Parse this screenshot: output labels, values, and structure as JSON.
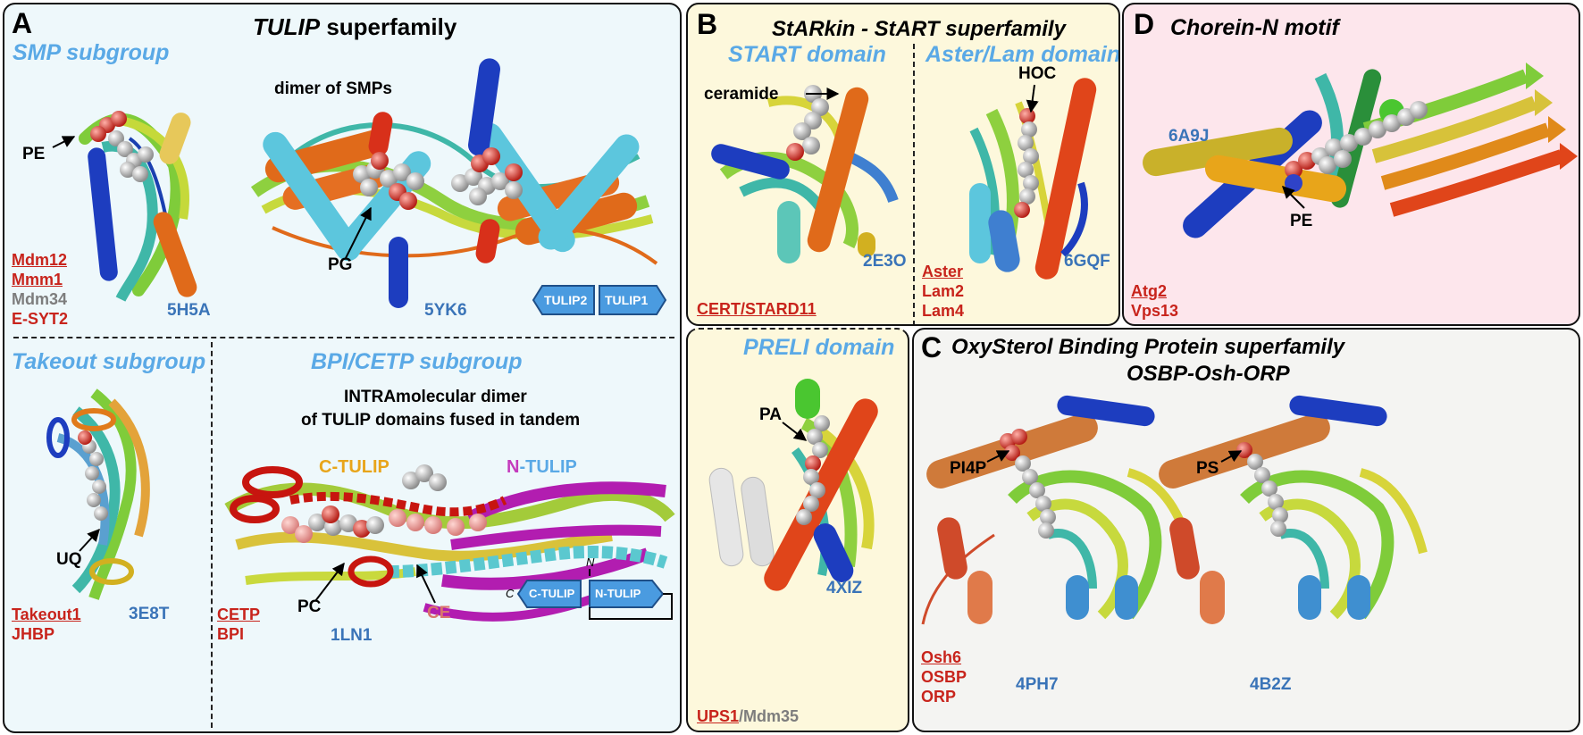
{
  "panel_a": {
    "letter": "A",
    "title_italic": "TULIP",
    "title_rest": " superfamily",
    "smp_subgroup": "SMP subgroup",
    "pe_label": "PE",
    "dimer_label": "dimer of SMPs",
    "pg_label": "PG",
    "pdb_5h5a": "5H5A",
    "pdb_5yk6": "5YK6",
    "smp_proteins": {
      "p1": "Mdm12",
      "p2": "Mmm1",
      "p3": "Mdm34",
      "p4": "E-SYT2"
    },
    "tulip2_tag": "TULIP2",
    "tulip1_tag": "TULIP1",
    "takeout_subgroup": "Takeout subgroup",
    "uq_label": "UQ",
    "pdb_3e8t": "3E8T",
    "takeout_proteins": {
      "p1": "Takeout1",
      "p2": "JHBP"
    },
    "bpi_subgroup": "BPI/CETP subgroup",
    "intra_line1": "INTRAmolecular dimer",
    "intra_line2": "of TULIP domains fused in tandem",
    "c_letter": "C",
    "n_letter": "N",
    "tulip_suffix": "-TULIP",
    "pc_label": "PC",
    "ce_label": "CE",
    "pdb_1ln1": "1LN1",
    "bpi_proteins": {
      "p1": "CETP",
      "p2": "BPI"
    },
    "c_tulip_tag": "C-TULIP",
    "n_tulip_tag": "N-TULIP",
    "c_term": "C",
    "n_term": "N"
  },
  "panel_b": {
    "letter": "B",
    "title": "StARkin - StART superfamily",
    "start_domain": "START domain",
    "ceramide_label": "ceramide",
    "pdb_2e3o": "2E3O",
    "start_proteins": {
      "p1": "CERT/STARD11"
    },
    "aster_domain": "Aster/Lam domain",
    "hoc_label": "HOC",
    "pdb_6gqf": "6GQF",
    "aster_proteins": {
      "p1": "Aster",
      "p2": "Lam2",
      "p3": "Lam4"
    },
    "preli_domain": "PRELI domain",
    "pa_label": "PA",
    "pdb_4xiz": "4XIZ",
    "preli_proteins": {
      "p1": "UPS1",
      "sep": "/",
      "p2": "Mdm35"
    }
  },
  "panel_c": {
    "letter": "C",
    "title_line1": "OxySterol Binding Protein superfamily",
    "title_line2": "OSBP-Osh-ORP",
    "pi4p_label": "PI4P",
    "ps_label": "PS",
    "pdb_4ph7": "4PH7",
    "pdb_4b2z": "4B2Z",
    "proteins": {
      "p1": "Osh6",
      "p2": "OSBP",
      "p3": "ORP"
    }
  },
  "panel_d": {
    "letter": "D",
    "title": "Chorein-N motif",
    "pdb_6a9j": "6A9J",
    "pe_label": "PE",
    "proteins": {
      "p1": "Atg2",
      "p2": "Vps13"
    }
  },
  "colors": {
    "panel_a_bg": "#eef8fb",
    "panel_b_bg": "#fdf8dc",
    "panel_c_bg": "#f4f4f2",
    "panel_d_bg": "#fde6ec",
    "subgroup_blue": "#5aa9e6",
    "pdb_blue": "#3a74b8",
    "protein_red": "#c8241c",
    "protein_gray": "#7d7d7d",
    "tag_blue": "#4a9be0"
  }
}
